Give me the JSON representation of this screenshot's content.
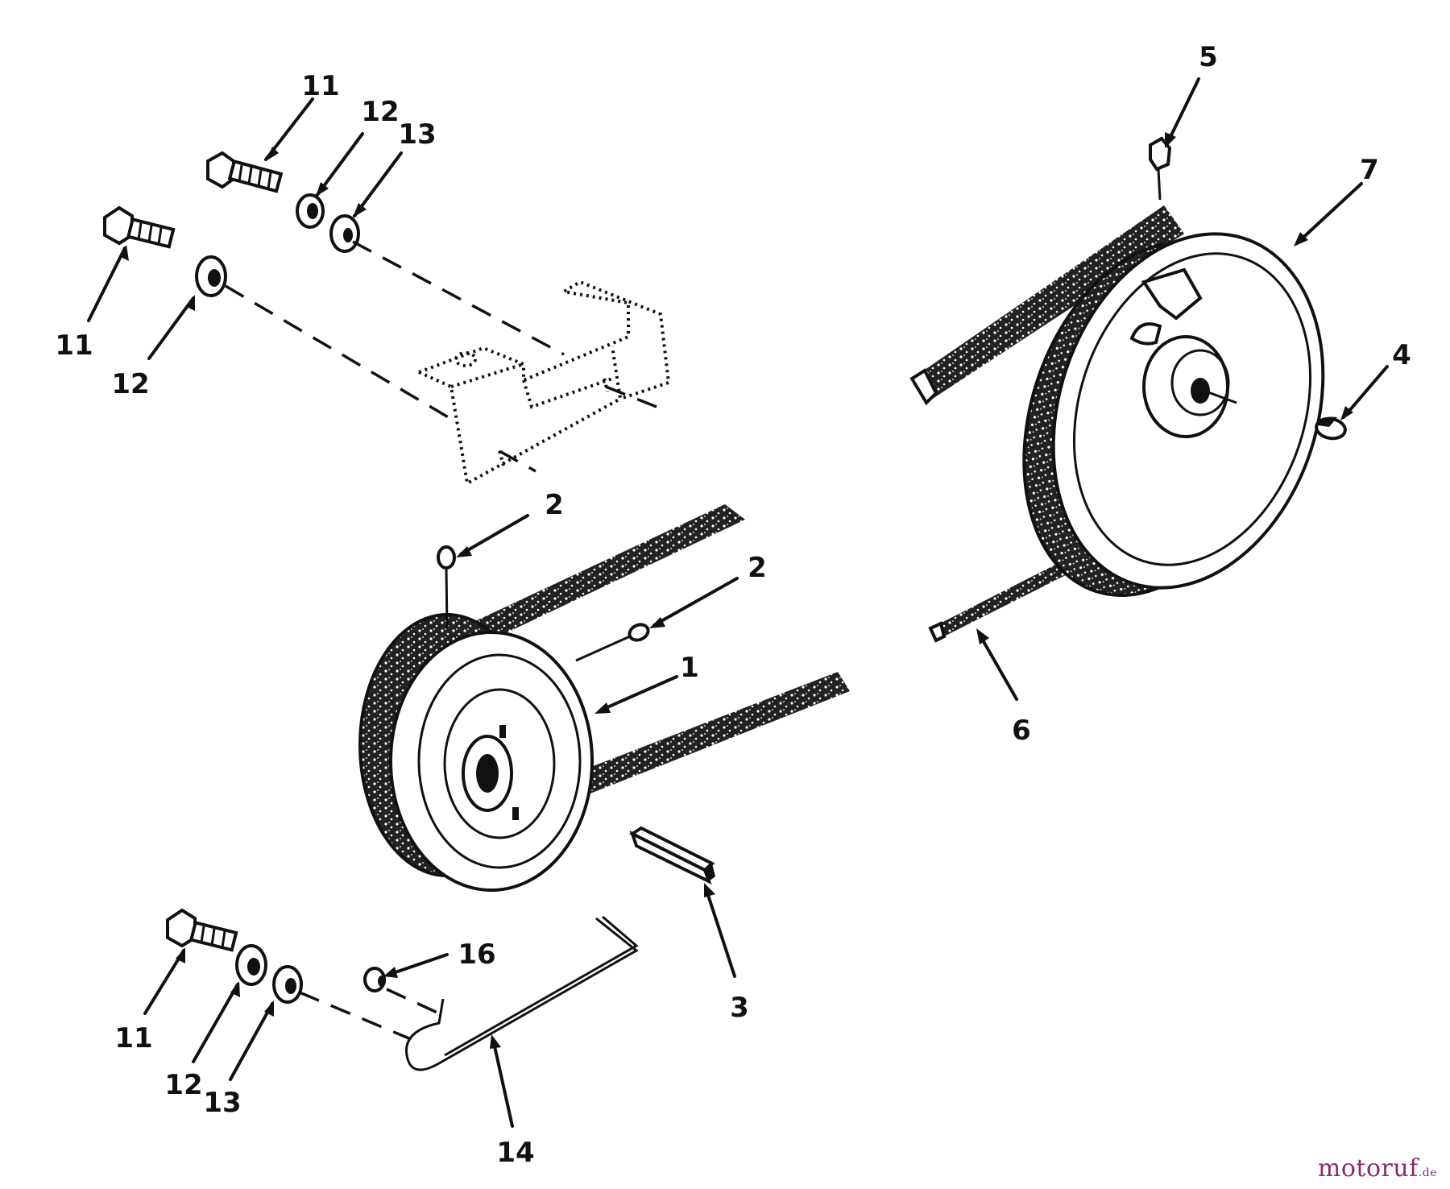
{
  "diagram": {
    "callouts": [
      "1",
      "2",
      "2",
      "3",
      "4",
      "5",
      "6",
      "7",
      "11",
      "11",
      "11",
      "12",
      "12",
      "12",
      "13",
      "13",
      "14",
      "16"
    ]
  },
  "watermark": {
    "text": "motoruf",
    "suffix": ".de",
    "color": "#8a2a6a"
  }
}
